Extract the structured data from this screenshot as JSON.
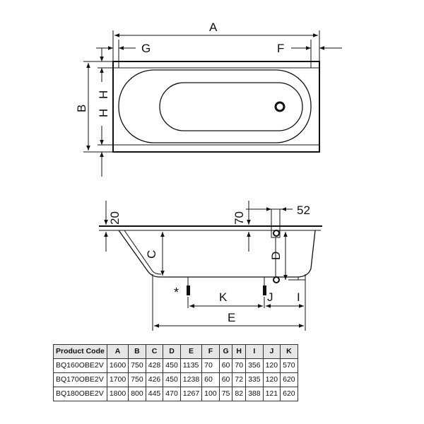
{
  "top_view": {
    "labels": {
      "A": "A",
      "B": "B",
      "F": "F",
      "G": "G",
      "H_top": "H",
      "H_bottom": "H"
    }
  },
  "side_view": {
    "labels": {
      "twenty": "20",
      "seventy": "70",
      "fiftytwo": "52",
      "C": "C",
      "D": "D",
      "E": "E",
      "I": "I",
      "J": "J",
      "K": "K",
      "asterisk": "*"
    }
  },
  "table": {
    "headers": [
      "Product Code",
      "A",
      "B",
      "C",
      "D",
      "E",
      "F",
      "G",
      "H",
      "I",
      "J",
      "K"
    ],
    "rows": [
      [
        "BQ160OBE2V",
        "1600",
        "750",
        "428",
        "450",
        "1135",
        "70",
        "60",
        "70",
        "356",
        "120",
        "570"
      ],
      [
        "BQ170OBE2V",
        "1700",
        "750",
        "426",
        "450",
        "1238",
        "60",
        "60",
        "72",
        "335",
        "120",
        "620"
      ],
      [
        "BQ180OBE2V",
        "1800",
        "800",
        "445",
        "470",
        "1267",
        "100",
        "75",
        "82",
        "388",
        "121",
        "620"
      ]
    ]
  }
}
